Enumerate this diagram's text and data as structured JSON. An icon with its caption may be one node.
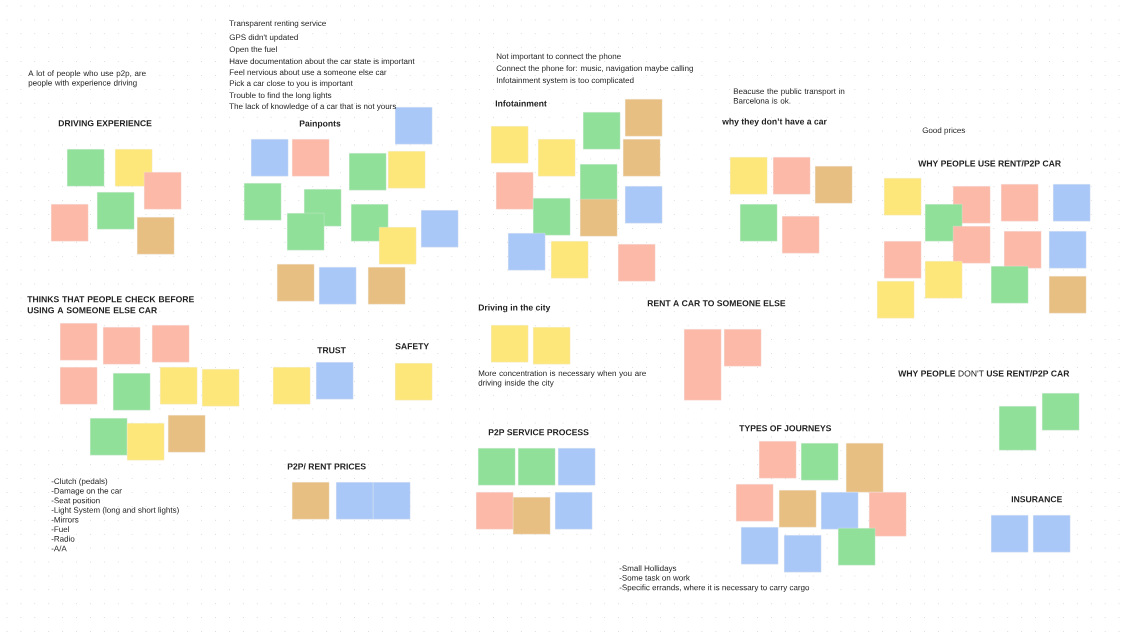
{
  "diagram": {
    "nodes": [
      {
        "text": [],
        "shape": "box"
      },
      {
        "text": [],
        "shape": "box"
      },
      {
        "text": [],
        "shape": "box"
      },
      {
        "text": [],
        "shape": "box"
      },
      {
        "text": [],
        "shape": "box"
      },
      {
        "text": [],
        "shape": "box"
      },
      {
        "text": [],
        "shape": "box"
      },
      {
        "text": [],
        "shape": "box"
      },
      {
        "text": [],
        "shape": "box"
      },
      {
        "text": [],
        "shape": "box"
      },
      {
        "text": [],
        "shape": "box"
      },
      {
        "text": [],
        "shape": "box"
      },
      {
        "text": [],
        "shape": "box"
      },
      {
        "text": [],
        "shape": "box"
      },
      {
        "text": [],
        "shape": "box"
      },
      {
        "text": [],
        "shape": "box"
      },
      {
        "text": [],
        "shape": "box"
      },
      {
        "text": [],
        "shape": "box"
      },
      {
        "text": [],
        "shape": "box"
      },
      {
        "text": [],
        "shape": "box"
      },
      {
        "text": [],
        "shape": "box"
      },
      {
        "text": [],
        "shape": "box"
      },
      {
        "text": [],
        "shape": "box"
      },
      {
        "text": [],
        "shape": "box"
      },
      {
        "text": [],
        "shape": "box"
      },
      {
        "text": [],
        "shape": "box"
      },
      {
        "text": [],
        "shape": "box"
      },
      {
        "text": [],
        "shape": "box"
      },
      {
        "text": [],
        "shape": "box"
      },
      {
        "text": [],
        "shape": "box"
      },
      {
        "text": [],
        "shape": "box"
      },
      {
        "text": [],
        "shape": "box"
      },
      {
        "text": [],
        "shape": "box"
      },
      {
        "text": [],
        "shape": "box"
      },
      {
        "text": [],
        "shape": "box"
      },
      {
        "text": [],
        "shape": "box"
      },
      {
        "text": [],
        "shape": "box"
      },
      {
        "text": [],
        "shape": "box"
      },
      {
        "text": [],
        "shape": "box"
      },
      {
        "text": [],
        "shape": "box"
      },
      {
        "text": [],
        "shape": "box"
      },
      {
        "text": [],
        "shape": "box"
      },
      {
        "text": [],
        "shape": "box"
      },
      {
        "text": [],
        "shape": "box"
      },
      {
        "text": [],
        "shape": "box"
      },
      {
        "text": [],
        "shape": "box"
      },
      {
        "text": [],
        "shape": "box"
      },
      {
        "text": [],
        "shape": "box"
      },
      {
        "text": [],
        "shape": "box"
      },
      {
        "text": [],
        "shape": "box"
      },
      {
        "text": [],
        "shape": "box"
      },
      {
        "text": [],
        "shape": "box"
      },
      {
        "text": [],
        "shape": "box"
      },
      {
        "text": [],
        "shape": "box"
      },
      {
        "text": [],
        "shape": "box"
      },
      {
        "text": [],
        "shape": "box"
      },
      {
        "text": [],
        "shape": "box"
      },
      {
        "text": [],
        "shape": "box"
      },
      {
        "text": [],
        "shape": "box"
      },
      {
        "text": [],
        "shape": "box"
      },
      {
        "text": [],
        "shape": "box"
      },
      {
        "text": [],
        "shape": "box"
      },
      {
        "text": [],
        "shape": "box"
      },
      {
        "text": [],
        "shape": "box"
      },
      {
        "text": [],
        "shape": "box"
      },
      {
        "text": [],
        "shape": "box"
      },
      {
        "text": [],
        "shape": "box"
      },
      {
        "text": [],
        "shape": "box"
      },
      {
        "text": [],
        "shape": "box"
      },
      {
        "text": [],
        "shape": "box"
      },
      {
        "text": [],
        "shape": "box"
      },
      {
        "text": [],
        "shape": "box"
      },
      {
        "text": [],
        "shape": "box"
      },
      {
        "text": [],
        "shape": "box"
      },
      {
        "text": [],
        "shape": "box"
      },
      {
        "text": [],
        "shape": "box"
      },
      {
        "text": [],
        "shape": "box"
      },
      {
        "text": [],
        "shape": "box"
      },
      {
        "text": [],
        "shape": "box"
      },
      {
        "text": [],
        "shape": "box"
      },
      {
        "text": [],
        "shape": "box"
      },
      {
        "text": [],
        "shape": "box"
      },
      {
        "text": [],
        "shape": "box"
      },
      {
        "text": [],
        "shape": "box"
      },
      {
        "text": [],
        "shape": "box"
      },
      {
        "text": [],
        "shape": "box"
      },
      {
        "text": [],
        "shape": "box"
      },
      {
        "text": [],
        "shape": "box"
      },
      {
        "text": [],
        "shape": "box"
      },
      {
        "text": [],
        "shape": "box"
      },
      {
        "text": [],
        "shape": "box"
      }
    ],
    "labels": [
      "Transparent renting service",
      "GPS didn't updated",
      "Open the fuel",
      "Have documentation about the car state is important",
      "Feel nervious about use a someone else car",
      "Pick a car close to you is important",
      "Trouble to find the long lights",
      "The lack of knowledge of a car that is not yours",
      "Not important to connect the phone",
      "Connect the phone for: music, navigation maybe calling",
      "Infotainment system is too complicated",
      "A lot of people who use p2p, are people with experience driving",
      "Beacuse the public transport in Barcelona is ok.",
      "DRIVING EXPERIENCE",
      "Painponts",
      "Infotainment",
      "why they don’t have a car",
      "Good prices",
      "WHY PEOPLE USE RENT/P2P CAR",
      "THINKS THAT PEOPLE CHECK BEFORE USING A SOMEONE ELSE CAR",
      "Driving in the city",
      "RENT A CAR TO SOMEONE ELSE",
      "TRUST",
      "SAFETY",
      "More concentration is necessary when you are driving inside the city",
      "**WHY PEOPLE** DON'T **USE RENT/P2P CAR**",
      "P2P SERVICE PROCESS",
      "TYPES OF JOURNEYS",
      "P2P/ RENT PRICES",
      "INSURANCE",
      "-Clutch (pedals)",
      "-Damage on the car",
      "-Seat position",
      "-Light System (long and short lights)",
      "-Mirrors",
      "-Fuel",
      "-Radio",
      "-A/A",
      "-Small Hollidays",
      "-Some task on work",
      "-Specific errands, where it is necessary to carry cargo"
    ]
  }
}
